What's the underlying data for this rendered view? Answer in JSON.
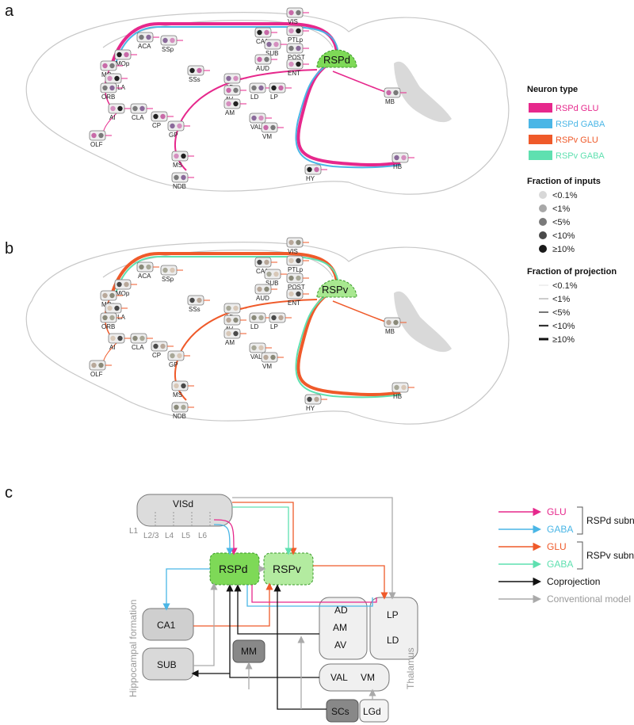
{
  "panels": {
    "a": "a",
    "b": "b",
    "c": "c"
  },
  "colors": {
    "rspd_glu": "#e6288c",
    "rspd_gaba": "#4ab6e6",
    "rspv_glu": "#ef5a2a",
    "rspv_gaba": "#5fe0b0",
    "rsp_fill": "#7ed957",
    "coproj": "#111111",
    "conventional": "#aaaaaa"
  },
  "hub_a": "RSPd",
  "hub_b": "RSPv",
  "regions": {
    "VIS": "VIS",
    "PTLp": "PTLp",
    "POST": "POST",
    "CA1": "CA1",
    "SUB": "SUB",
    "AUD": "AUD",
    "ENT": "ENT",
    "ACA": "ACA",
    "MOp": "MOp",
    "SSp": "SSp",
    "MOs": "MOs",
    "PLILA": "PL/ILA",
    "ORB": "ORB",
    "SSs": "SSs",
    "AD": "AD",
    "AV": "AV",
    "AM": "AM",
    "LD": "LD",
    "LP": "LP",
    "VAL": "VAL",
    "VM": "VM",
    "AI": "AI",
    "CLA": "CLA",
    "CP": "CP",
    "GP": "GP",
    "OLF": "OLF",
    "MS": "MS",
    "NDB": "NDB",
    "HY": "HY",
    "HB": "HB",
    "MB": "MB"
  },
  "legend": {
    "neuron_title": "Neuron type",
    "neuron_items": [
      {
        "label": "RSPd GLU",
        "color": "#e6288c"
      },
      {
        "label": "RSPd GABA",
        "color": "#4ab6e6"
      },
      {
        "label": "RSPv GLU",
        "color": "#ef5a2a"
      },
      {
        "label": "RSPv GABA",
        "color": "#5fe0b0"
      }
    ],
    "inputs_title": "Fraction of inputs",
    "inputs_items": [
      {
        "label": "<0.1%",
        "shade": "#d8d8d8"
      },
      {
        "label": "<1%",
        "shade": "#a8a8a8"
      },
      {
        "label": "<5%",
        "shade": "#7a7a7a"
      },
      {
        "label": "<10%",
        "shade": "#4a4a4a"
      },
      {
        "label": "≥10%",
        "shade": "#1a1a1a"
      }
    ],
    "proj_title": "Fraction of projection",
    "proj_items": [
      {
        "label": "<0.1%",
        "shade": "#cfcfcf",
        "w": 0.6
      },
      {
        "label": "<1%",
        "shade": "#9a9a9a",
        "w": 1
      },
      {
        "label": "<5%",
        "shade": "#555555",
        "w": 1.6
      },
      {
        "label": "<10%",
        "shade": "#333333",
        "w": 2.2
      },
      {
        "label": "≥10%",
        "shade": "#111111",
        "w": 3
      }
    ]
  },
  "panel_c": {
    "visd": "VISd",
    "layers": [
      "L1",
      "L2/3",
      "L4",
      "L5",
      "L6"
    ],
    "rspd": "RSPd",
    "rspv": "RSPv",
    "ca1": "CA1",
    "sub": "SUB",
    "mm": "MM",
    "ad": "AD",
    "am": "AM",
    "av": "AV",
    "lp": "LP",
    "ld": "LD",
    "val": "VAL",
    "vm": "VM",
    "scs": "SCs",
    "lgd": "LGd",
    "hippocampal": "Hippocampal formation",
    "thalamus": "Thalamus",
    "legend": {
      "glu": "GLU",
      "gaba": "GABA",
      "glu2": "GLU",
      "gaba2": "GABA",
      "rspd_sub": "RSPd subnetwork",
      "rspv_sub": "RSPv subnetwork",
      "coproj": "Coprojection",
      "conv": "Conventional model"
    }
  }
}
